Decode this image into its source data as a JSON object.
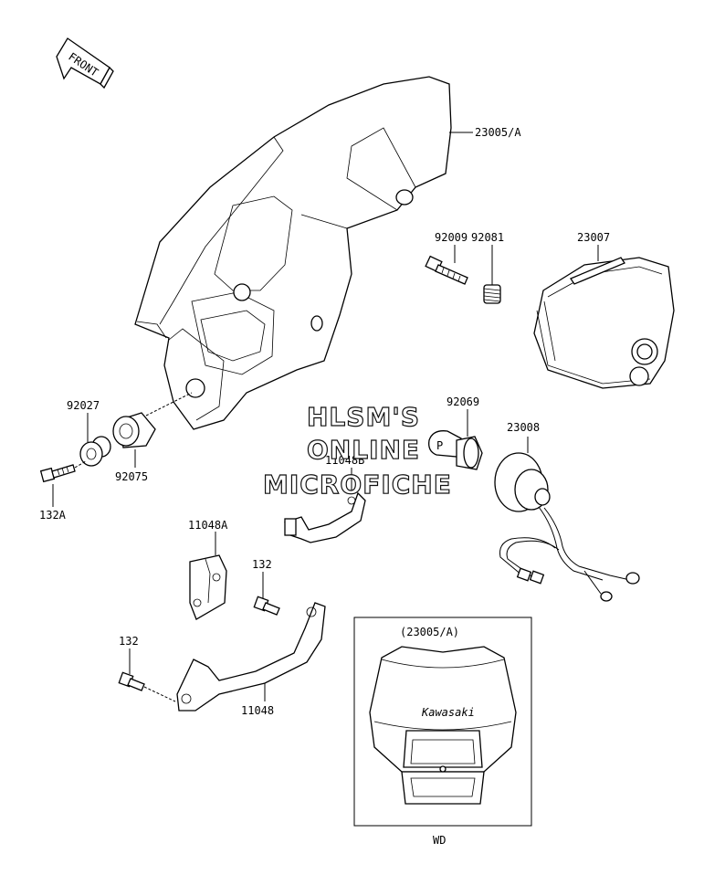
{
  "front_arrow": {
    "label": "FRONT"
  },
  "watermark": {
    "line1": "HLSM'S",
    "line2": "ONLINE",
    "line3": "MICROFICHE"
  },
  "labels": {
    "cowl": "23005/A",
    "screw_92009": "92009",
    "spring_92081": "92081",
    "lens_23007": "23007",
    "collar_92027": "92027",
    "grommet_92075": "92075",
    "bolt_132a": "132A",
    "bulb_92069": "92069",
    "bracket_11048b": "11048B",
    "socket_23008": "23008",
    "bracket_11048a": "11048A",
    "bolt_132_upper": "132",
    "bolt_132_lower": "132",
    "bracket_11048": "11048"
  },
  "inset": {
    "title": "(23005/A)",
    "brand": "Kawasaki",
    "caption": "WD"
  }
}
